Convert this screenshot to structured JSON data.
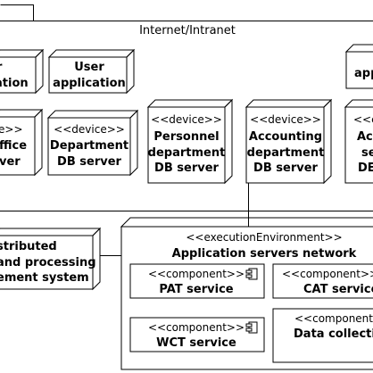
{
  "frame": {
    "title": "Internet/Intranet"
  },
  "nodes": {
    "left_app": {
      "lines": [
        "r",
        "ation"
      ]
    },
    "user_app": {
      "lines": [
        "User",
        "application"
      ]
    },
    "right_app": {
      "lines": [
        "app"
      ]
    },
    "office_server": {
      "stereotype": "e>>",
      "lines": [
        "ffice",
        "ver"
      ]
    },
    "department_db": {
      "stereotype": "<<device>>",
      "lines": [
        "Department",
        "DB server"
      ]
    },
    "personnel_db": {
      "stereotype": "<<device>>",
      "lines": [
        "Personnel",
        "department",
        "DB server"
      ]
    },
    "accounting_db": {
      "stereotype": "<<device>>",
      "lines": [
        "Accounting",
        "department",
        "DB server"
      ]
    },
    "right_db": {
      "stereotype": "<<c",
      "lines": [
        "Ac",
        "se",
        "DE"
      ]
    },
    "distributed_system": {
      "lines": [
        "stributed",
        "and processing",
        "ement system"
      ]
    },
    "app_servers_network": {
      "stereotype": "<<executionEnvironment>>",
      "title": "Application servers network"
    }
  },
  "components": {
    "pat": {
      "stereotype": "<<component>>",
      "name": "PAT service"
    },
    "cat": {
      "stereotype": "<<component>>",
      "name": "CAT service"
    },
    "wct": {
      "stereotype": "<<component>>",
      "name": "WCT service"
    },
    "data_collection": {
      "stereotype": "<<component>>",
      "name": "Data collectio"
    }
  }
}
